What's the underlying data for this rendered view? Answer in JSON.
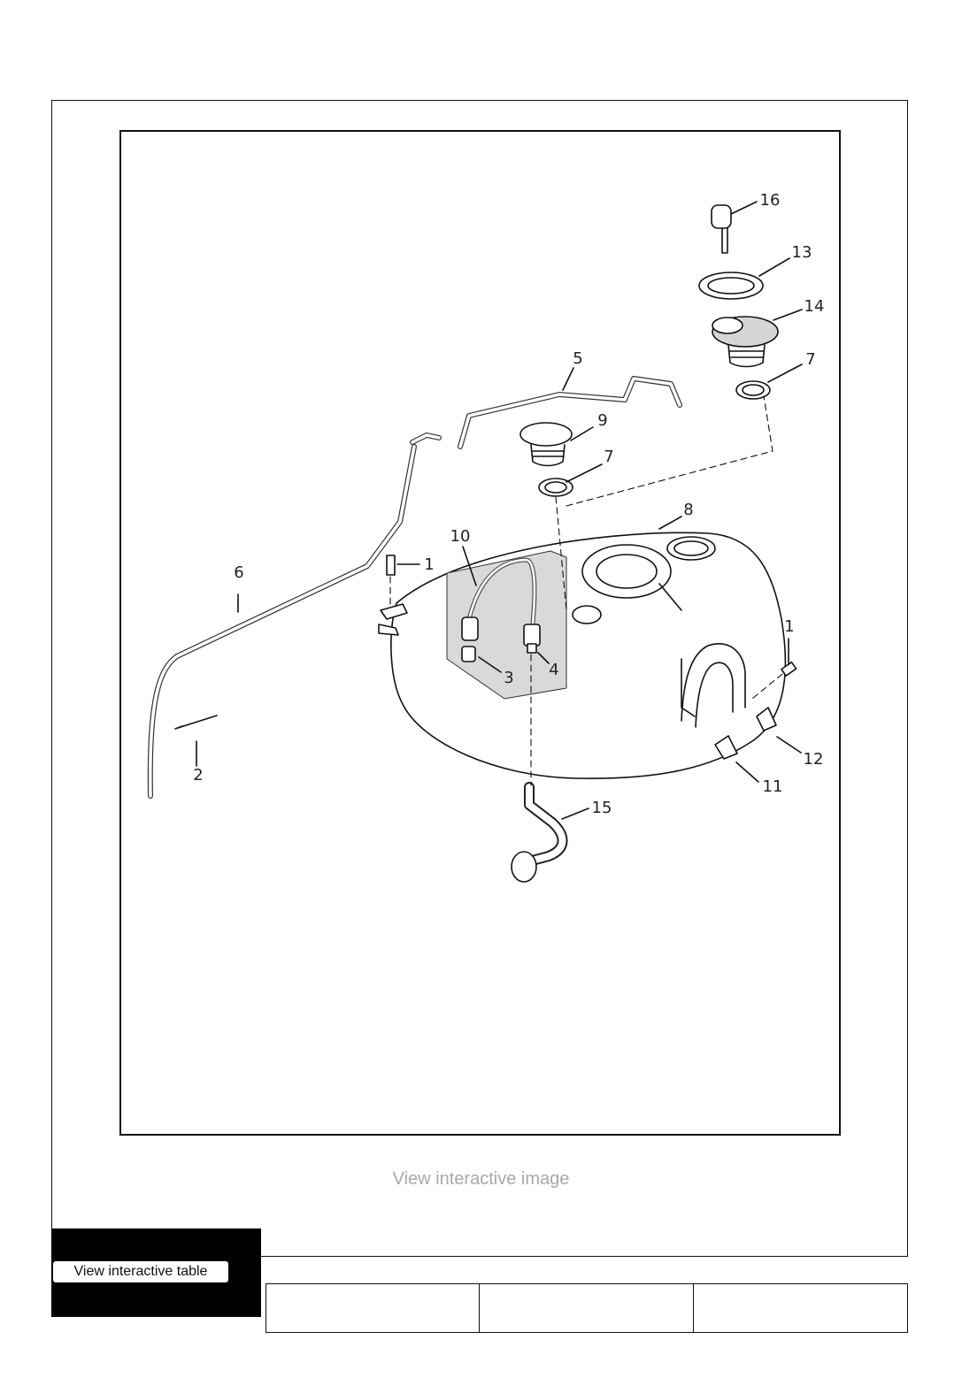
{
  "diagram": {
    "callouts": [
      "16",
      "13",
      "14",
      "7",
      "5",
      "9",
      "7",
      "8",
      "10",
      "1",
      "6",
      "1",
      "3",
      "4",
      "12",
      "2",
      "11",
      "15"
    ]
  },
  "links": {
    "view_interactive_image": "View interactive image",
    "view_interactive_table": "View interactive table"
  },
  "table": {
    "cells": [
      "",
      "",
      ""
    ]
  }
}
